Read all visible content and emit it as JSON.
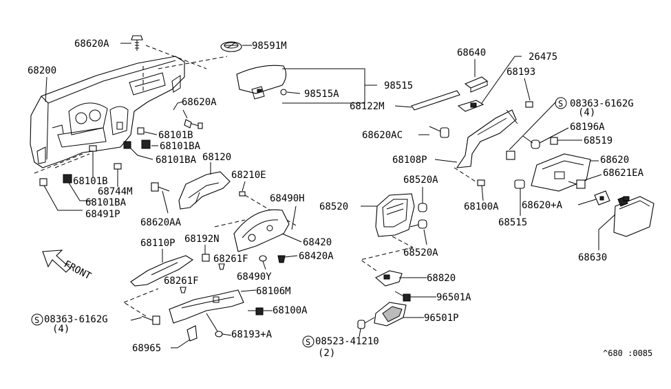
{
  "labels": {
    "p68620A_top": "68620A",
    "p98591M": "98591M",
    "p68200": "68200",
    "p68620A_mid": "68620A",
    "p98515": "98515",
    "p98515A": "98515A",
    "p68640": "68640",
    "p26475": "26475",
    "p68193": "68193",
    "p68122M": "68122M",
    "p08363_right": "08363-6162G",
    "p08363_right_qty": "(4)",
    "p68196A": "68196A",
    "p68620AC": "68620AC",
    "p68519": "68519",
    "p68101B_a": "68101B",
    "p68101BA_a": "68101BA",
    "p68101BA_b": "68101BA",
    "p68120": "68120",
    "p68108P": "68108P",
    "p68620": "68620",
    "p68210E": "68210E",
    "p68621EA": "68621EA",
    "p68520A_top": "68520A",
    "p68101B_b": "68101B",
    "p68744M": "68744M",
    "p68490H": "68490H",
    "p68101BA_c": "68101BA",
    "p68520": "68520",
    "p68100A_right": "68100A",
    "p68620plusA": "68620+A",
    "p68491P": "68491P",
    "p68620AA": "68620AA",
    "p68515": "68515",
    "p68420": "68420",
    "p68110P": "68110P",
    "p68192N": "68192N",
    "p68520A_bot": "68520A",
    "p68420A": "68420A",
    "p68630": "68630",
    "p68261F_a": "68261F",
    "front": "FRONT",
    "p68490Y": "68490Y",
    "p68820": "68820",
    "p68261F_b": "68261F",
    "p68106M": "68106M",
    "p96501A": "96501A",
    "p68100A_left": "68100A",
    "p08363_left": "08363-6162G",
    "p08363_left_qty": "(4)",
    "p96501P": "96501P",
    "p68193plusA": "68193+A",
    "p08523": "08523-41210",
    "p08523_qty": "(2)",
    "p68965": "68965",
    "diagram_code": "^680 :0085"
  },
  "symbols": {
    "screw_mark": "S"
  }
}
